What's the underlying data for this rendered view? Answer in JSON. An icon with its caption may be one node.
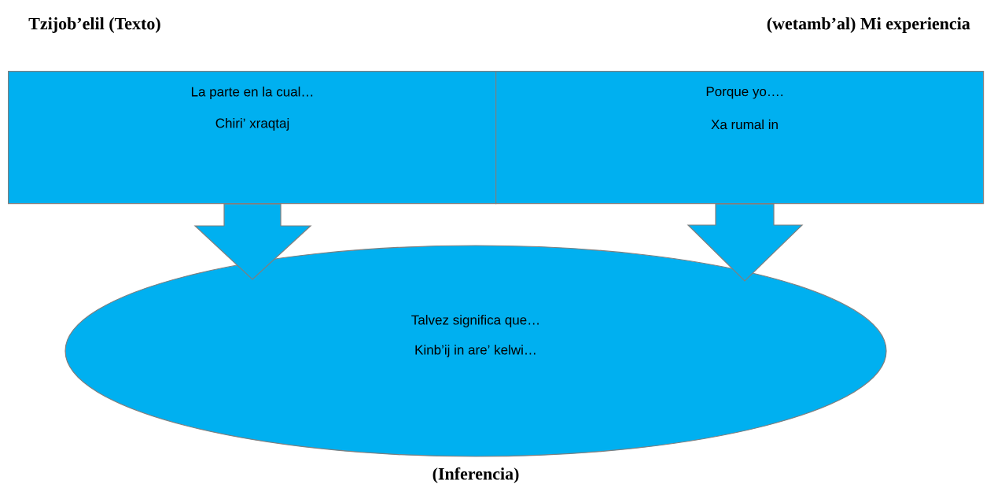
{
  "diagram": {
    "nodes": [
      {
        "text": [
          "**Tzijob’elil  (Texto)**",
          "La parte en la cual…",
          "Chiri’ xraqtaj"
        ]
      },
      {
        "text": [
          "**(wetamb’al)  Mi experiencia**",
          "Porque yo….",
          "Xa rumal in"
        ]
      },
      {
        "text": [
          "Talvez significa que…",
          "Kinb’ij in are’ kelwi…",
          "**(Inferencia)**"
        ]
      }
    ],
    "edges": [
      {
        "from": 0,
        "to": 2,
        "arrow": "to"
      },
      {
        "from": 1,
        "to": 2,
        "arrow": "to"
      }
    ]
  }
}
